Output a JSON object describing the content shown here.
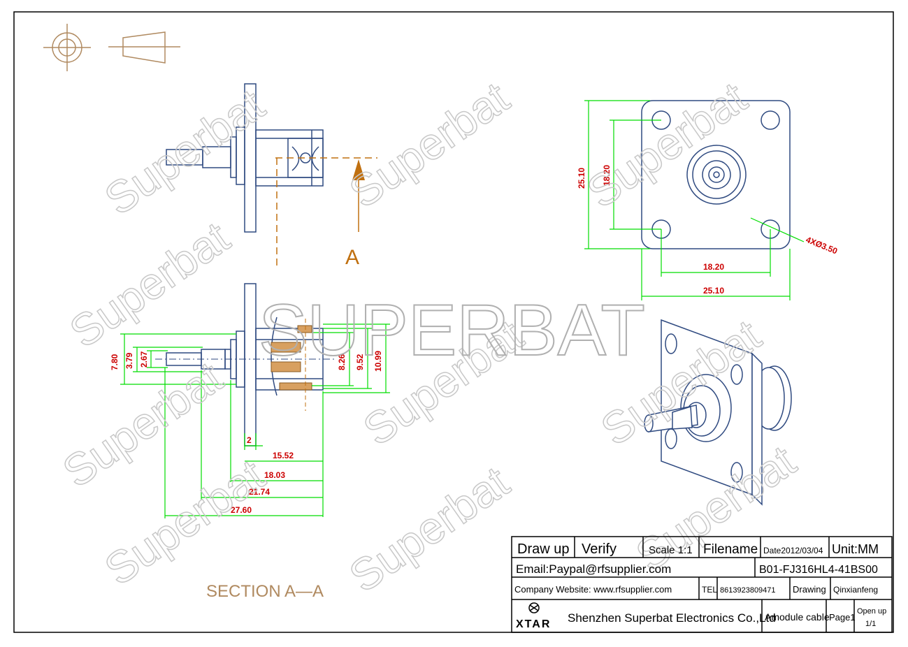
{
  "watermark": {
    "big": "SUPERBAT",
    "small": "Superbat"
  },
  "section_label": "SECTION A—A",
  "section_marker": "A",
  "dimensions": {
    "side_vertical": [
      "7.80",
      "3.79",
      "2.67",
      "8.26",
      "9.52",
      "10.99"
    ],
    "side_horizontal": [
      "2",
      "15.52",
      "18.03",
      "21.74",
      "27.60"
    ],
    "front_vertical": [
      "25.10",
      "18.20"
    ],
    "front_horizontal": [
      "18.20",
      "25.10"
    ],
    "hole_note": "4XØ3.50"
  },
  "title_block": {
    "draw_up": "Draw up",
    "verify": "Verify",
    "scale": "Scale 1:1",
    "filename": "Filename",
    "date": "Date2012/03/04",
    "unit": "Unit:MM",
    "email": "Email:Paypal@rfsupplier.com",
    "part_no": "B01-FJ316HL4-41BS00",
    "website": "Company Website:  www.rfsupplier.com",
    "tel_label": "TEL",
    "tel": "8613923809471",
    "drawing_label": "Drawing",
    "drawer": "Qinxianfeng",
    "logo": "XTAR",
    "company": "Shenzhen Superbat Electronics Co.,Ltd",
    "module": "Amodule cable",
    "page": "Page1",
    "open_up": "Open up",
    "pages": "1/1"
  },
  "colors": {
    "outline": "#2f4a80",
    "dimension": "#00dd00",
    "label": "#cc0000",
    "section_line": "#c07010"
  }
}
